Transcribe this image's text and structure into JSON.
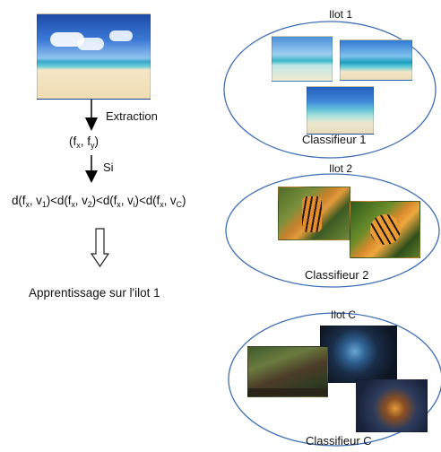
{
  "left": {
    "step1_label": "Extraction",
    "features": {
      "open": "(f",
      "sub1": "x",
      "mid": ", f",
      "sub2": "y",
      "close": ")"
    },
    "step2_label": "Si",
    "formula": [
      {
        "t": "d(f"
      },
      {
        "s": "x"
      },
      {
        "t": ", v"
      },
      {
        "s": "1"
      },
      {
        "t": ")<d(f"
      },
      {
        "s": "x"
      },
      {
        "t": ", v"
      },
      {
        "s": "2"
      },
      {
        "t": ")<d(f"
      },
      {
        "s": "x"
      },
      {
        "t": ", v"
      },
      {
        "s": "i"
      },
      {
        "t": ")<d(f"
      },
      {
        "s": "x"
      },
      {
        "t": ", v"
      },
      {
        "s": "C"
      },
      {
        "t": ")"
      }
    ],
    "result": "Apprentissage sur l'ilot 1"
  },
  "ilots": [
    {
      "title": "Ilot 1",
      "classifier": "Classifieur 1"
    },
    {
      "title": "Ilot 2",
      "classifier": "Classifieur 2"
    },
    {
      "title": "Ilot C",
      "classifier": "Classifieur C"
    }
  ],
  "colors": {
    "ellipse_stroke": "#3f6fb5",
    "arrow": "#000000"
  }
}
